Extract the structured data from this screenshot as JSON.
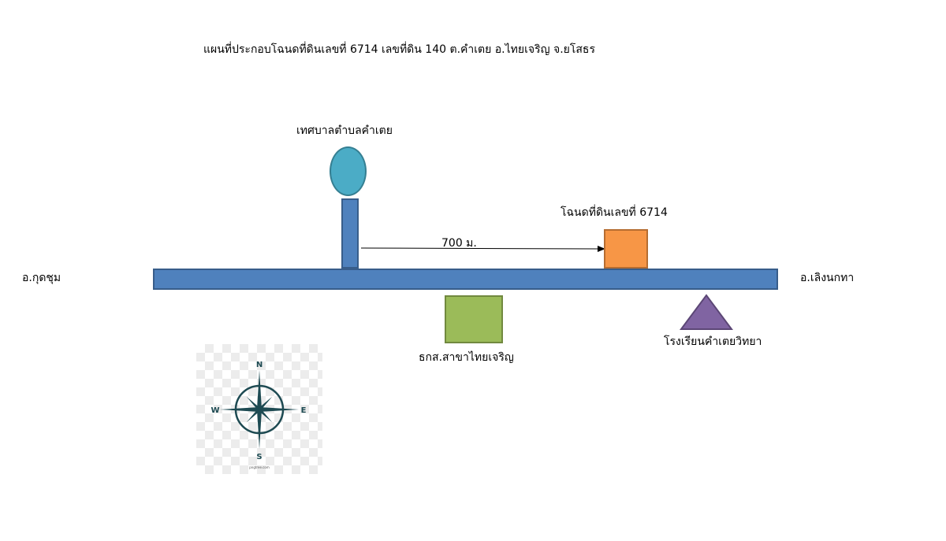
{
  "title": "แผนที่ประกอบโฉนดที่ดินเลขที่ 6714 เลขที่ดิน 140 ต.คำเตย อ.ไทยเจริญ จ.ยโสธร",
  "labels": {
    "municipality": "เทศบาลตำบลคำเตย",
    "deed": "โฉนดที่ดินเลขที่ 6714",
    "distance": "700 ม.",
    "west_district": "อ.กุดชุม",
    "east_district": "อ.เลิงนกทา",
    "bank": "ธกส.สาขาไทยเจริญ",
    "school": "โรงเรียนคำเตยวิทยา"
  },
  "compass": {
    "n": "N",
    "s": "S",
    "e": "E",
    "w": "W",
    "watermark": "pngtree.com"
  },
  "colors": {
    "road": "#4f81bd",
    "municipality": "#4bacc6",
    "deed": "#f79646",
    "bank": "#9bbb59",
    "school": "#8064a2"
  }
}
